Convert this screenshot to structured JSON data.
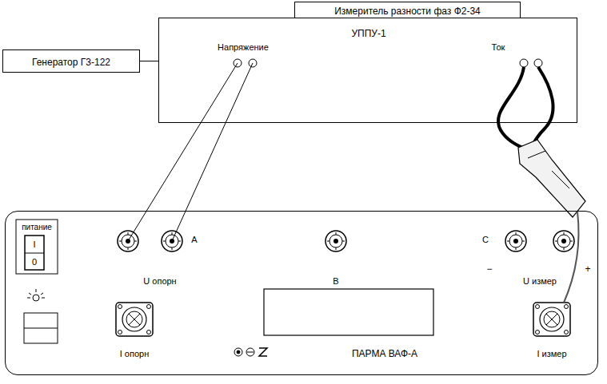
{
  "diagram": {
    "nodes": [
      {
        "text": [
          "Измеритель разности фаз Ф2-34"
        ]
      },
      {
        "text": [
          "УППУ-1",
          "Напряжение",
          "Ток"
        ]
      },
      {
        "text": [
          "Генератор Г3-122"
        ]
      },
      {
        "text": [
          "ПАРМА ВАФ-А"
        ]
      }
    ],
    "edges": [
      {
        "from": 2,
        "to": 1,
        "arrow": "none"
      },
      {
        "from": 1,
        "to": 3,
        "arrow": "none"
      },
      {
        "from": 1,
        "to": 3,
        "arrow": "none"
      }
    ],
    "labels": [
      "питание",
      "I",
      "0",
      "A",
      "U опорн",
      "B",
      "C",
      "−",
      "U измер",
      "+",
      "I опорн",
      "I измер"
    ]
  }
}
